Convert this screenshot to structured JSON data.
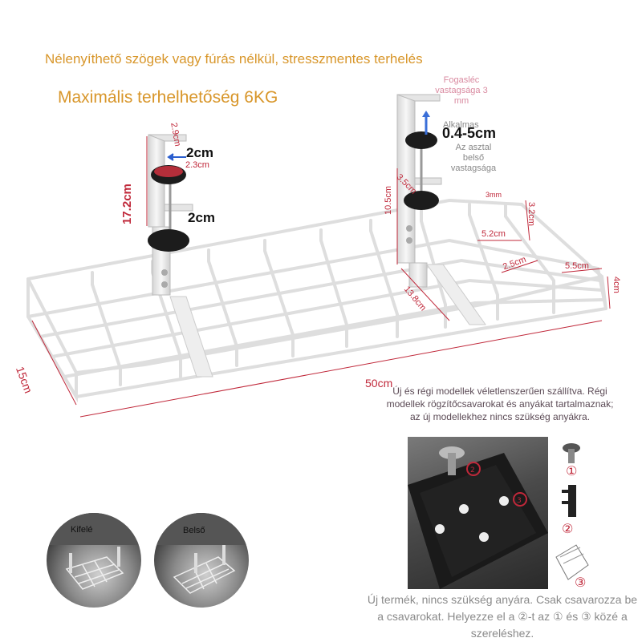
{
  "headline": "Nélenyíthető szögek vagy fúrás nélkül, stresszmentes terhelés",
  "max_load": "Maximális terhelhetőség 6KG",
  "dims": {
    "width": "50cm",
    "depth": "15cm",
    "clamp_height": "17.2cm",
    "clamp_gap_top": "2cm",
    "clamp_gap_bottom": "2cm",
    "d_2_9": "2.9cm",
    "d_2_3": "2.3cm",
    "d_10_5": "10.5cm",
    "d_3_5": "3.5cm",
    "d_13_8": "13.8cm",
    "d_3mm": "3mm",
    "d_3_2": "3.2cm",
    "d_5_2": "5.2cm",
    "d_2_5": "2.5cm",
    "d_5_5": "5.5cm",
    "d_4": "4cm",
    "suitable_range": "0.4-5cm"
  },
  "rack_thickness_label": "Fogasléc vastagsága 3 mm",
  "suitable_label": "Alkalmas",
  "desk_label": "Az asztal belső vastagsága",
  "model_note": "Új és régi modellek véletlenszerűen szállítva. Régi modellek rögzítőcsavarokat és anyákat tartalmaznak; az új modellekhez nincs szükség anyákra.",
  "new_product_note": "Új termék, nincs szükség anyára. Csak csavarozza be a csavarokat. Helyezze el a ②-t az ① és ③ közé a szereléshez.",
  "mount_out_label": "Kifelé",
  "mount_in_label": "Belső",
  "step_numbers": [
    "①",
    "②",
    "③"
  ],
  "colors": {
    "accent": "#d8962a",
    "dimension": "#c0283a",
    "wire": "#e8e8e8"
  }
}
